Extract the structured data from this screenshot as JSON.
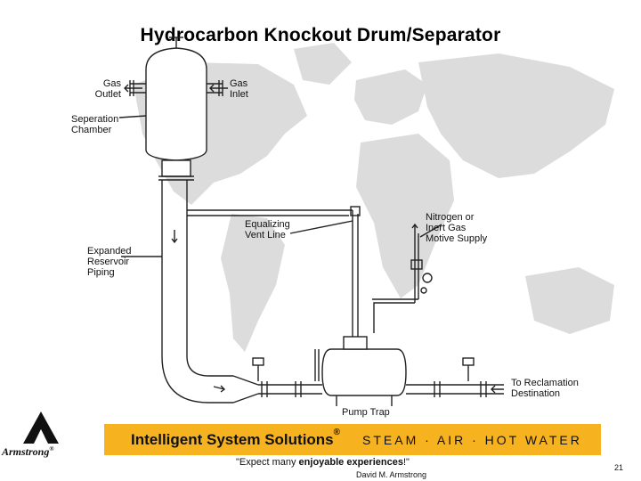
{
  "title": "Hydrocarbon Knockout Drum/Separator",
  "labels": {
    "gas_outlet": [
      "Gas",
      "Outlet"
    ],
    "gas_inlet": [
      "Gas",
      "Inlet"
    ],
    "separation_chamber": [
      "Seperation",
      "Chamber"
    ],
    "equalizing_vent_line": [
      "Equalizing",
      "Vent Line"
    ],
    "nitrogen_supply": [
      "Nitrogen or",
      "Inert Gas",
      "Motive Supply"
    ],
    "expanded_reservoir_piping": [
      "Expanded",
      "Reservoir",
      "Piping"
    ],
    "reclamation_destination": [
      "To Reclamation",
      "Destination"
    ],
    "pump_trap": "Pump Trap"
  },
  "footer": {
    "banner_title": "Intelligent System Solutions",
    "banner_reg": "®",
    "banner_tagline": "STEAM · AIR · HOT WATER",
    "quote_open": "\"Expect many ",
    "quote_bold": "enjoyable experiences",
    "quote_close": "!\"",
    "author": "David M. Armstrong",
    "page_number": "21"
  },
  "logo": {
    "text": "Armstrong",
    "reg": "®"
  },
  "colors": {
    "banner": "#f6b21f",
    "map": "#d9d9d9",
    "line": "#222222"
  }
}
